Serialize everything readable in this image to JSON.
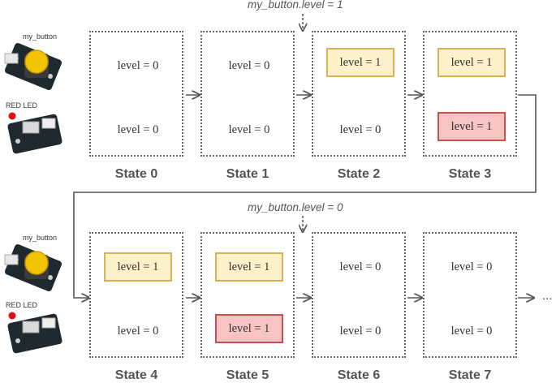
{
  "annotations": {
    "press": "my_button.level = 1",
    "release": "my_button.level = 0"
  },
  "devices": {
    "button_label": "my_button",
    "led_label": "RED LED"
  },
  "states": [
    {
      "label": "State 0",
      "button_text": "level = 0",
      "led_text": "level = 0",
      "button_highlight": false,
      "led_highlight": false
    },
    {
      "label": "State 1",
      "button_text": "level = 0",
      "led_text": "level = 0",
      "button_highlight": false,
      "led_highlight": false
    },
    {
      "label": "State 2",
      "button_text": "level = 1",
      "led_text": "level = 0",
      "button_highlight": true,
      "led_highlight": false
    },
    {
      "label": "State 3",
      "button_text": "level = 1",
      "led_text": "level = 1",
      "button_highlight": true,
      "led_highlight": true
    },
    {
      "label": "State 4",
      "button_text": "level = 1",
      "led_text": "level = 0",
      "button_highlight": true,
      "led_highlight": false
    },
    {
      "label": "State 5",
      "button_text": "level = 1",
      "led_text": "level = 1",
      "button_highlight": true,
      "led_highlight": true
    },
    {
      "label": "State 6",
      "button_text": "level = 0",
      "led_text": "level = 0",
      "button_highlight": false,
      "led_highlight": false
    },
    {
      "label": "State 7",
      "button_text": "level = 0",
      "led_text": "level = 0",
      "button_highlight": false,
      "led_highlight": false
    }
  ],
  "continuation": "...",
  "colors": {
    "button_highlight_fill": "#fdf1c9",
    "button_highlight_border": "#d8b255",
    "led_highlight_fill": "#f7c4c4",
    "led_highlight_border": "#c45050",
    "box_border": "#666666",
    "arrow": "#555555"
  }
}
